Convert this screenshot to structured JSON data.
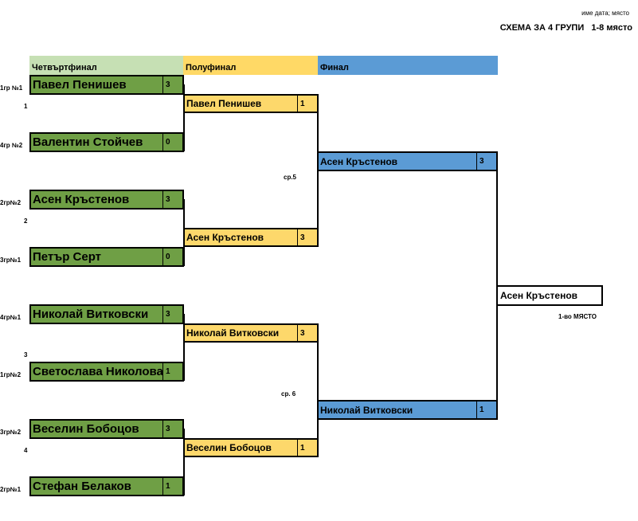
{
  "header": {
    "top_note": "име дата; място",
    "title": "СХЕМА ЗА 4 ГРУПИ   1-8 място"
  },
  "columns": {
    "quarterfinal": "Четвъртфинал",
    "semifinal": "Полуфинал",
    "final": "Финал"
  },
  "colors": {
    "quarterfinal_header": "#c6e0b4",
    "semifinal_header": "#ffd966",
    "final_header": "#5b9bd5",
    "quarterfinal_box": "#6f9f45",
    "semifinal_box": "#fdd86b",
    "final_box": "#5b9bd5"
  },
  "quarterfinals": [
    {
      "seed": "1гр №1",
      "name": "Павел Пенишев",
      "score": "3"
    },
    {
      "seed": "4гр №2",
      "name": "Валентин Стойчев",
      "score": "0"
    },
    {
      "seed": "2гр№2",
      "name": "Асен Кръстенов",
      "score": "3"
    },
    {
      "seed": "3гр№1",
      "name": "Петър Серт",
      "score": "0"
    },
    {
      "seed": "4гр№1",
      "name": "Николай Витковски",
      "score": "3"
    },
    {
      "seed": "1гр№2",
      "name": "Светослава Николова",
      "score": "1"
    },
    {
      "seed": "3гр№2",
      "name": "Веселин Бобоцов",
      "score": "3"
    },
    {
      "seed": "2гр№1",
      "name": "Стефан Белаков",
      "score": "1"
    }
  ],
  "match_numbers": [
    "1",
    "2",
    "3",
    "4"
  ],
  "semifinals": [
    {
      "name": "Павел Пенишев",
      "score": "1"
    },
    {
      "name": "Асен Кръстенов",
      "score": "3"
    },
    {
      "name": "Николай Витковски",
      "score": "3"
    },
    {
      "name": "Веселин Бобоцов",
      "score": "1"
    }
  ],
  "semifinal_match_labels": [
    "ср.5",
    "ср. 6"
  ],
  "finals": [
    {
      "name": "Асен Кръстенов",
      "score": "3"
    },
    {
      "name": "Николай Витковски",
      "score": "1"
    }
  ],
  "winner": {
    "name": "Асен Кръстенов",
    "place_label": "1-во МЯСТО"
  }
}
